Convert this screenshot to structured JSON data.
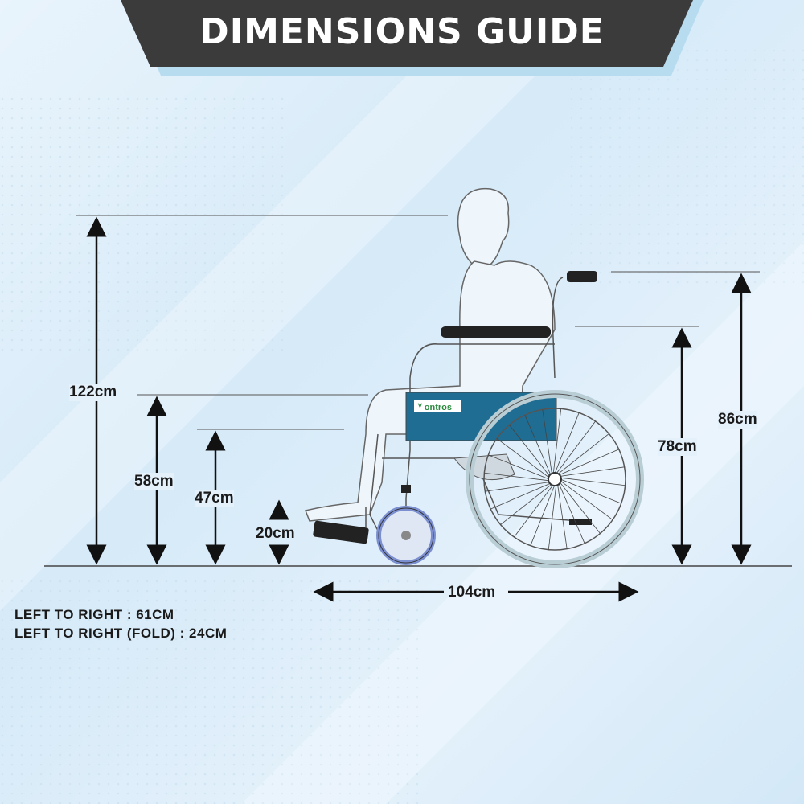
{
  "title": "DIMENSIONS GUIDE",
  "brand_logo": "ontros",
  "dimensions": {
    "total_height": "122cm",
    "seat_height": "58cm",
    "armrest_front": "47cm",
    "footrest_height": "20cm",
    "armrest_height": "78cm",
    "handle_height": "86cm",
    "length": "104cm"
  },
  "notes": [
    "LEFT TO RIGHT : 61CM",
    "LEFT TO RIGHT (FOLD) : 24CM"
  ],
  "colors": {
    "header": "#3b3b3b",
    "seat_panel": "#1f6d93",
    "accent_shadow": "#b8dcef"
  }
}
